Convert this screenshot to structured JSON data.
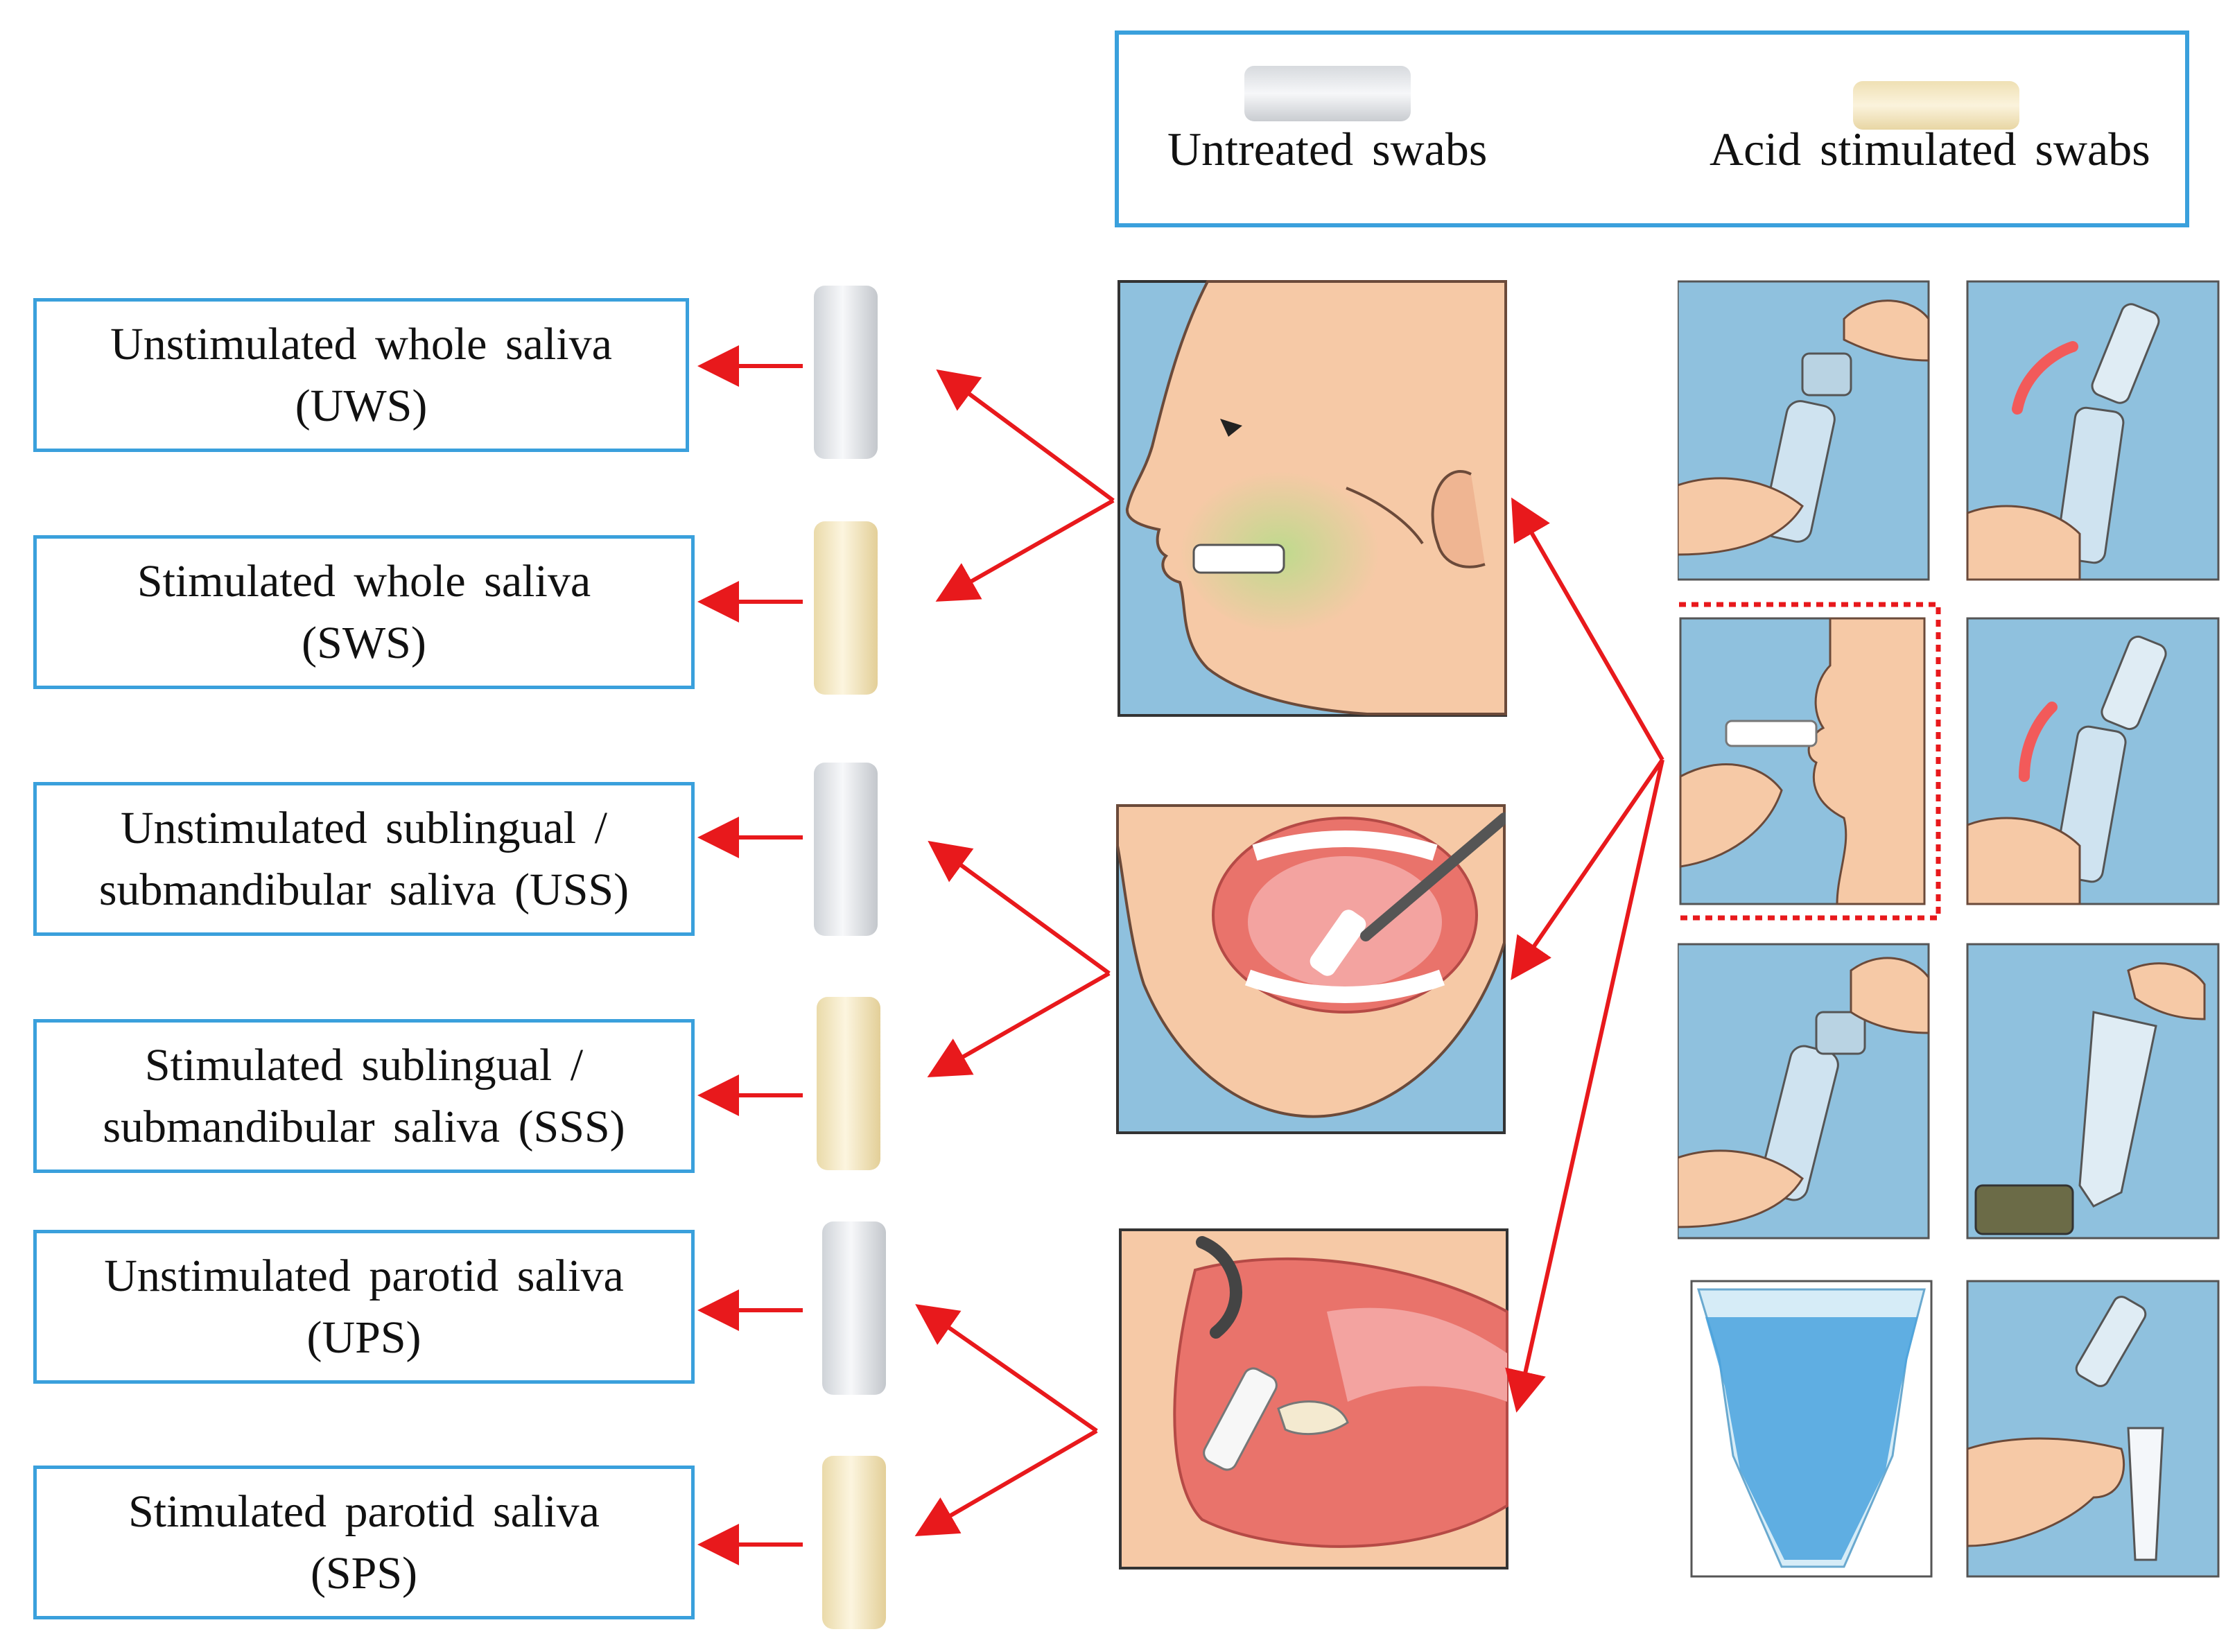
{
  "legend": {
    "untreated_label": "Untreated swabs",
    "acid_label": "Acid stimulated swabs"
  },
  "saliva_types": [
    {
      "line1": "Unstimulated whole saliva",
      "line2": "(UWS)",
      "swab": "untreated"
    },
    {
      "line1": "Stimulated whole saliva",
      "line2": "(SWS)",
      "swab": "acid"
    },
    {
      "line1": "Unstimulated sublingual /",
      "line2": "submandibular saliva (USS)",
      "swab": "untreated"
    },
    {
      "line1": "Stimulated sublingual /",
      "line2": "submandibular saliva (SSS)",
      "swab": "acid"
    },
    {
      "line1": "Unstimulated parotid saliva",
      "line2": "(UPS)",
      "swab": "untreated"
    },
    {
      "line1": "Stimulated parotid saliva",
      "line2": "(SPS)",
      "swab": "acid"
    }
  ],
  "colors": {
    "box_border": "#3aa0dc",
    "arrow": "#e8191c",
    "untreated_swab": "#eef0f3",
    "acid_swab": "#f7ecc9",
    "panel_bg": "#8fc1de",
    "skin": "#f6c9a6",
    "mouth": "#e9736b"
  },
  "icons": {
    "swab": "cotton-swab-icon",
    "face": "face-profile-illustration",
    "tube": "salivette-tube-icon",
    "hand": "hand-icon"
  }
}
